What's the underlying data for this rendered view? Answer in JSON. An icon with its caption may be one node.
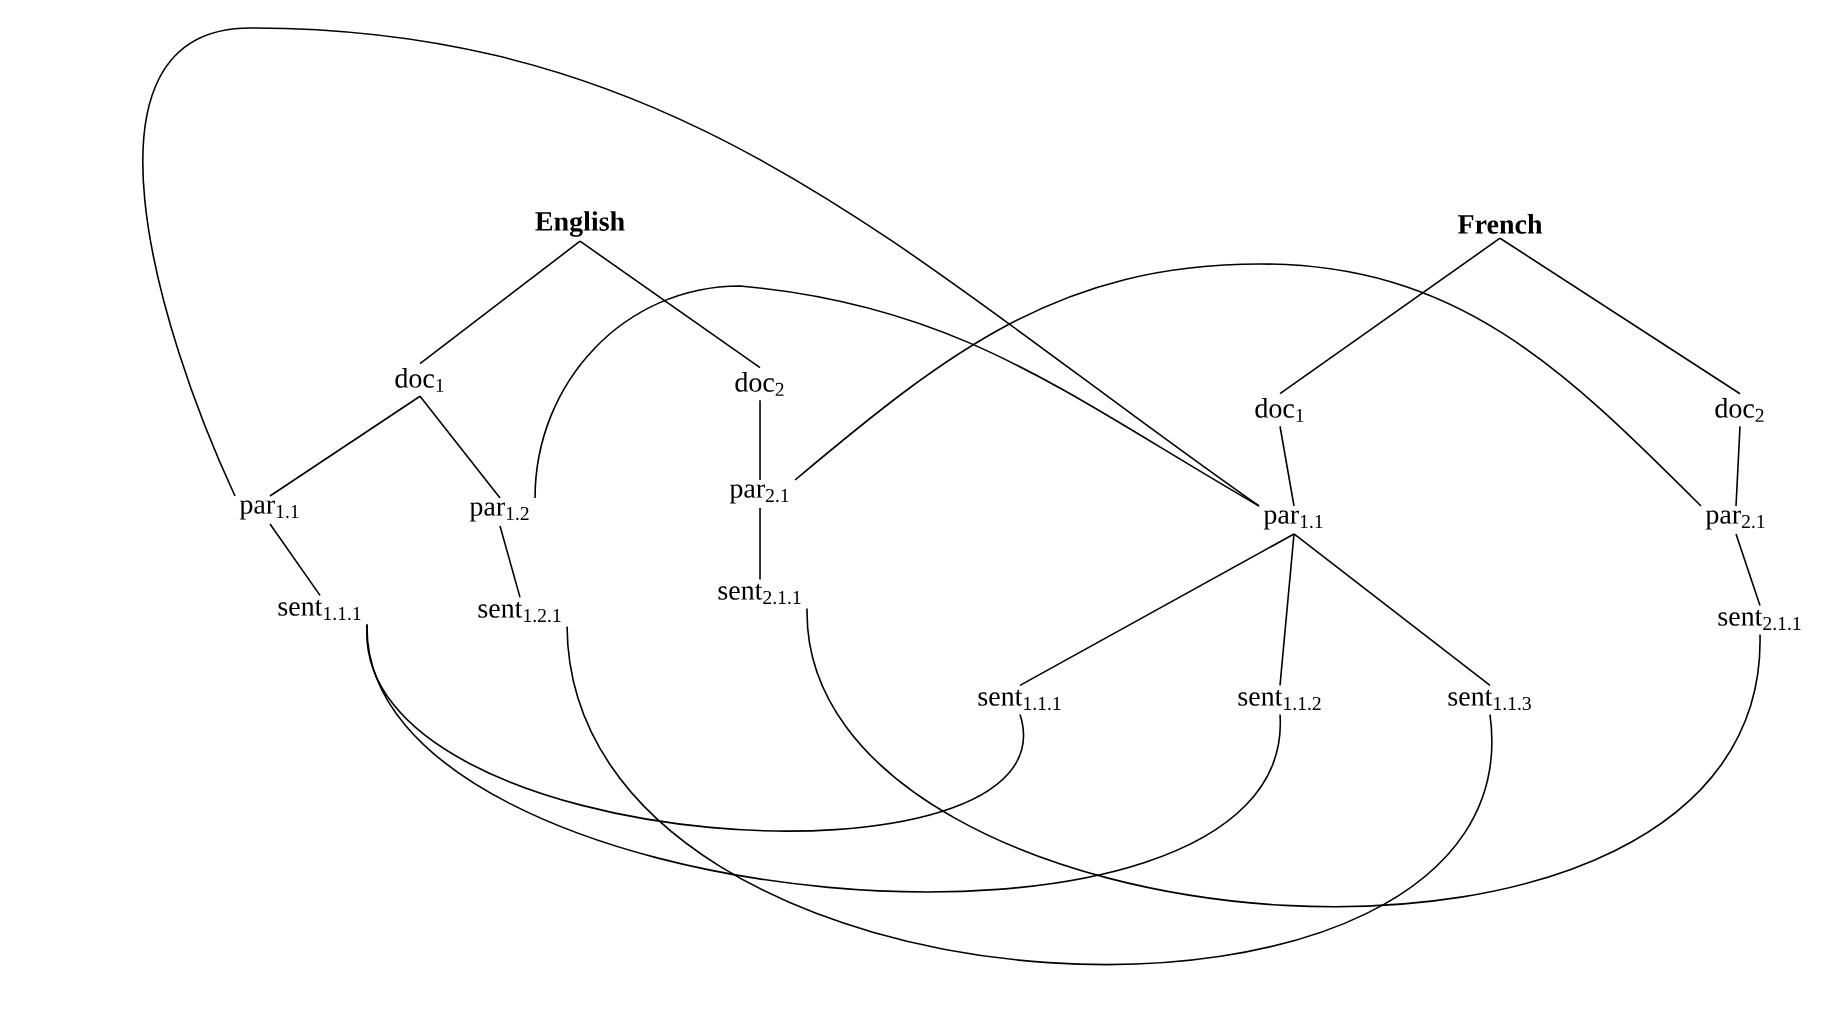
{
  "diagram": {
    "nodes": [
      {
        "text": [
          "English"
        ]
      },
      {
        "text": [
          "doc$_{1}$"
        ]
      },
      {
        "text": [
          "doc$_{2}$"
        ]
      },
      {
        "text": [
          "par$_{1.1}$"
        ]
      },
      {
        "text": [
          "par$_{1.2}$"
        ]
      },
      {
        "text": [
          "par$_{2.1}$"
        ]
      },
      {
        "text": [
          "sent$_{1.1.1}$"
        ]
      },
      {
        "text": [
          "sent$_{1.2.1}$"
        ]
      },
      {
        "text": [
          "sent$_{2.1.1}$"
        ]
      },
      {
        "text": [
          "French"
        ]
      },
      {
        "text": [
          "doc$_{1}$"
        ]
      },
      {
        "text": [
          "doc$_{2}$"
        ]
      },
      {
        "text": [
          "par$_{1.1}$"
        ]
      },
      {
        "text": [
          "par$_{2.1}$"
        ]
      },
      {
        "text": [
          "sent$_{1.1.1}$"
        ]
      },
      {
        "text": [
          "sent$_{1.1.2}$"
        ]
      },
      {
        "text": [
          "sent$_{1.1.3}$"
        ]
      },
      {
        "text": [
          "sent$_{2.1.1}$"
        ]
      }
    ],
    "edges": [
      {
        "from": 0,
        "to": 1,
        "arrow": "none"
      },
      {
        "from": 0,
        "to": 2,
        "arrow": "none"
      },
      {
        "from": 1,
        "to": 3,
        "arrow": "none"
      },
      {
        "from": 1,
        "to": 4,
        "arrow": "none"
      },
      {
        "from": 2,
        "to": 5,
        "arrow": "none"
      },
      {
        "from": 3,
        "to": 6,
        "arrow": "none"
      },
      {
        "from": 4,
        "to": 7,
        "arrow": "none"
      },
      {
        "from": 5,
        "to": 8,
        "arrow": "none"
      },
      {
        "from": 9,
        "to": 10,
        "arrow": "none"
      },
      {
        "from": 9,
        "to": 11,
        "arrow": "none"
      },
      {
        "from": 10,
        "to": 12,
        "arrow": "none"
      },
      {
        "from": 11,
        "to": 13,
        "arrow": "none"
      },
      {
        "from": 12,
        "to": 14,
        "arrow": "none"
      },
      {
        "from": 12,
        "to": 15,
        "arrow": "none"
      },
      {
        "from": 12,
        "to": 16,
        "arrow": "none"
      },
      {
        "from": 13,
        "to": 17,
        "arrow": "none"
      },
      {
        "from": 3,
        "to": 12,
        "arrow": "none"
      },
      {
        "from": 4,
        "to": 12,
        "arrow": "none"
      },
      {
        "from": 5,
        "to": 13,
        "arrow": "none"
      },
      {
        "from": 6,
        "to": 14,
        "arrow": "none"
      },
      {
        "from": 6,
        "to": 15,
        "arrow": "none"
      },
      {
        "from": 7,
        "to": 16,
        "arrow": "none"
      },
      {
        "from": 8,
        "to": 17,
        "arrow": "none"
      }
    ]
  }
}
